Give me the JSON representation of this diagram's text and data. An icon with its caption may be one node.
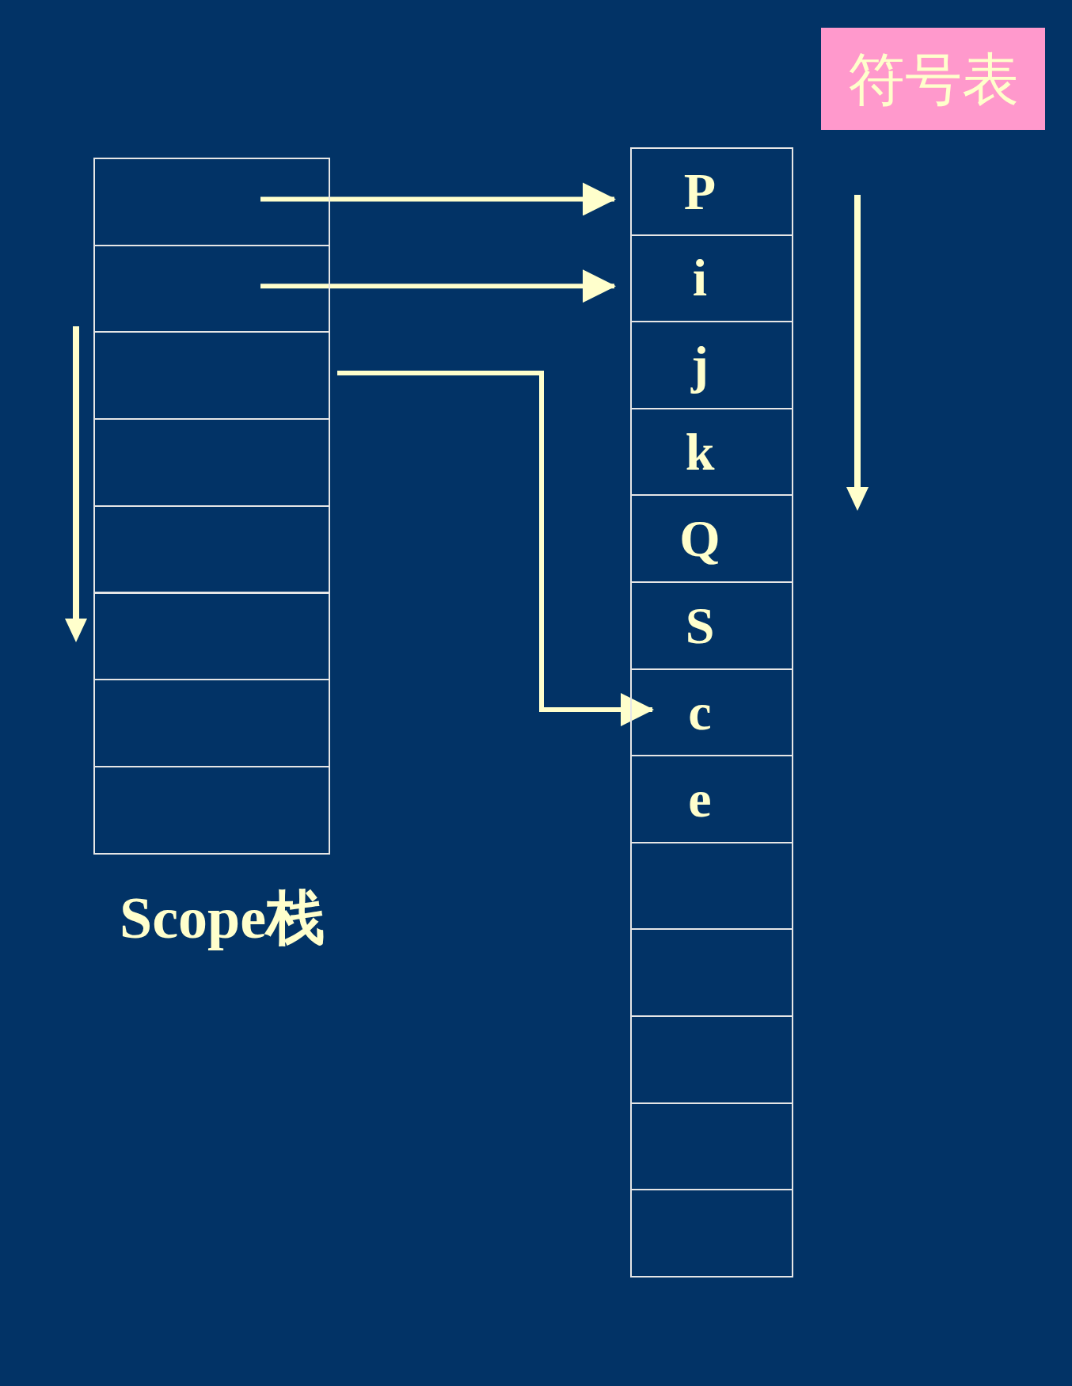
{
  "diagram": {
    "nodes": [
      {
        "text": [
          "符号表"
        ]
      },
      {
        "text": [],
        "shape": "box"
      },
      {
        "text": [],
        "shape": "box"
      },
      {
        "text": [],
        "shape": "box"
      },
      {
        "text": [],
        "shape": "box"
      },
      {
        "text": [],
        "shape": "box"
      },
      {
        "text": [],
        "shape": "box"
      },
      {
        "text": [],
        "shape": "box"
      },
      {
        "text": [],
        "shape": "box"
      },
      {
        "text": [
          "P"
        ]
      },
      {
        "text": [
          "i"
        ]
      },
      {
        "text": [
          "j"
        ]
      },
      {
        "text": [
          "k"
        ]
      },
      {
        "text": [
          "Q"
        ]
      },
      {
        "text": [
          "S"
        ]
      },
      {
        "text": [
          "c"
        ]
      },
      {
        "text": [
          "e"
        ]
      },
      {
        "text": [],
        "shape": "box"
      },
      {
        "text": [],
        "shape": "box"
      },
      {
        "text": [],
        "shape": "box"
      },
      {
        "text": [],
        "shape": "box"
      },
      {
        "text": [],
        "shape": "box"
      }
    ],
    "edges": [
      {
        "from": 1,
        "to": 9,
        "arrow": "to"
      },
      {
        "from": 2,
        "to": 10,
        "arrow": "to"
      },
      {
        "from": 3,
        "to": 15,
        "arrow": "to"
      }
    ],
    "labels": [
      "Scope栈"
    ]
  }
}
